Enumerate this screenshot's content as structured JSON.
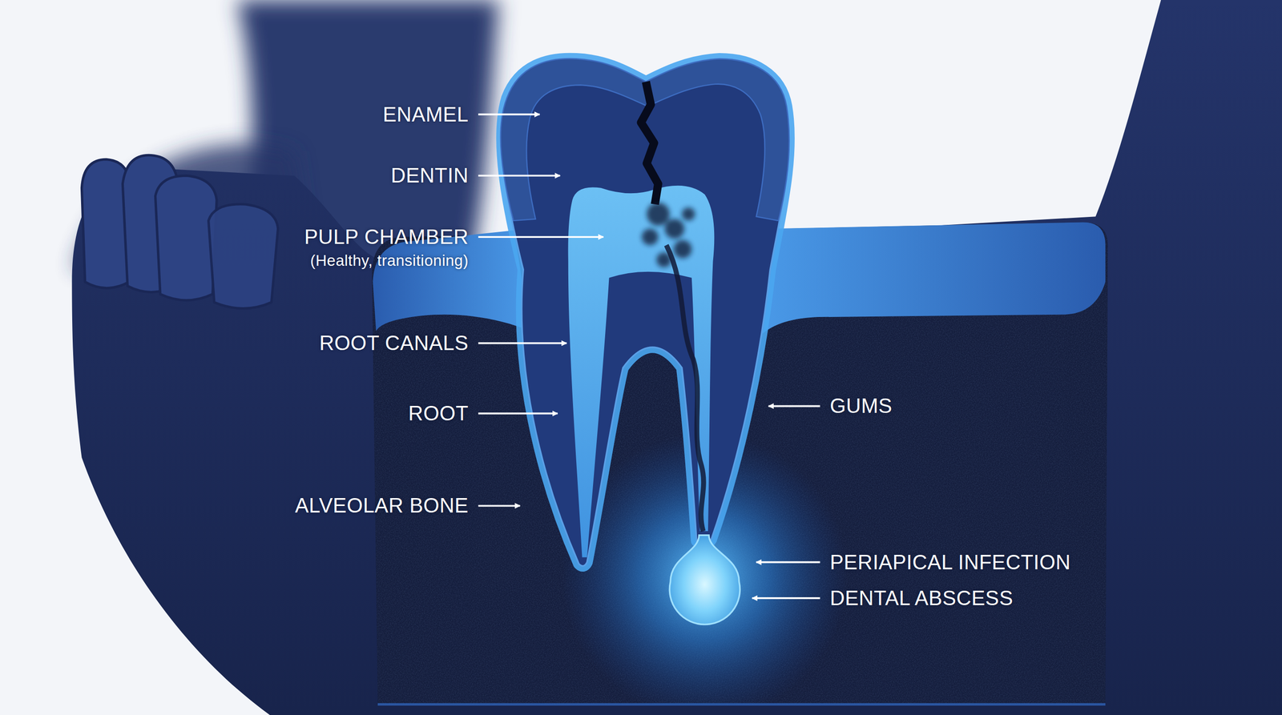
{
  "diagram": {
    "labels": [
      "ENAMEL",
      "DENTIN",
      "PULP CHAMBER",
      "(Healthy, transitioning)",
      "ROOT CANALS",
      "ROOT",
      "ALVEOLAR BONE",
      "GUMS",
      "PERIAPICAL INFECTION",
      "DENTAL ABSCESS"
    ]
  }
}
